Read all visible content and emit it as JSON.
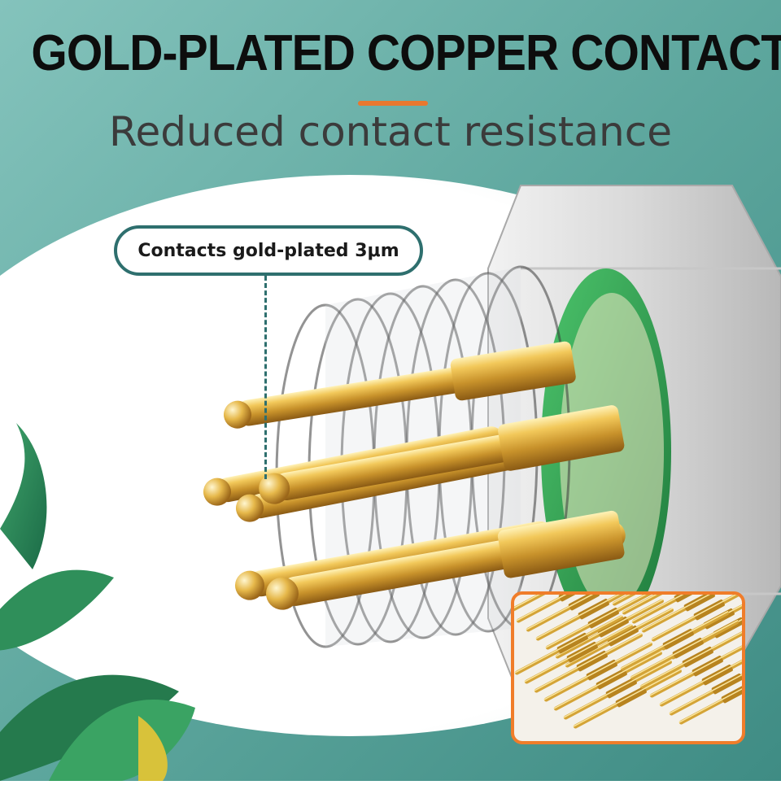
{
  "header": {
    "title": "GOLD-PLATED COPPER CONTACTS",
    "subtitle": "Reduced contact resistance"
  },
  "callout": {
    "label": "Contacts gold-plated 3μm"
  },
  "colors": {
    "background_teal": "#5aa39a",
    "accent_orange": "#e9782f",
    "callout_border": "#2e6f6e",
    "inset_border": "#f07d2a",
    "gold": "#d4a437",
    "connector_green": "#2f9a52"
  },
  "icons": {
    "leaf_decoration": "tropical-leaf-icon"
  }
}
